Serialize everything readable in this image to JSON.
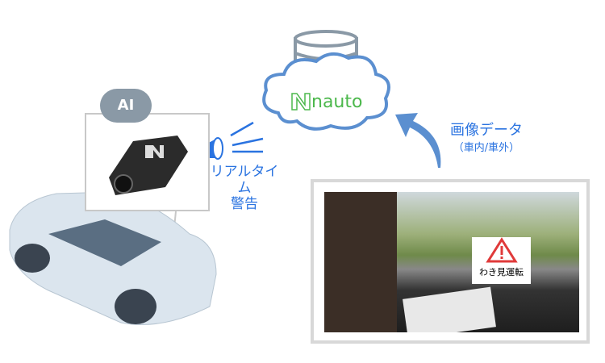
{
  "cloud": {
    "brand": "nauto"
  },
  "device": {
    "badge": "AI"
  },
  "alert": {
    "line1": "リアルタイム",
    "line2": "警告"
  },
  "upload": {
    "title": "画像データ",
    "subtitle": "（車内/車外）"
  },
  "warning": {
    "label": "わき見運転"
  },
  "colors": {
    "accent": "#2a73e0",
    "cloud_stroke": "#5b8fd0",
    "brand": "#4cb84c",
    "warning": "#e03a3a"
  }
}
